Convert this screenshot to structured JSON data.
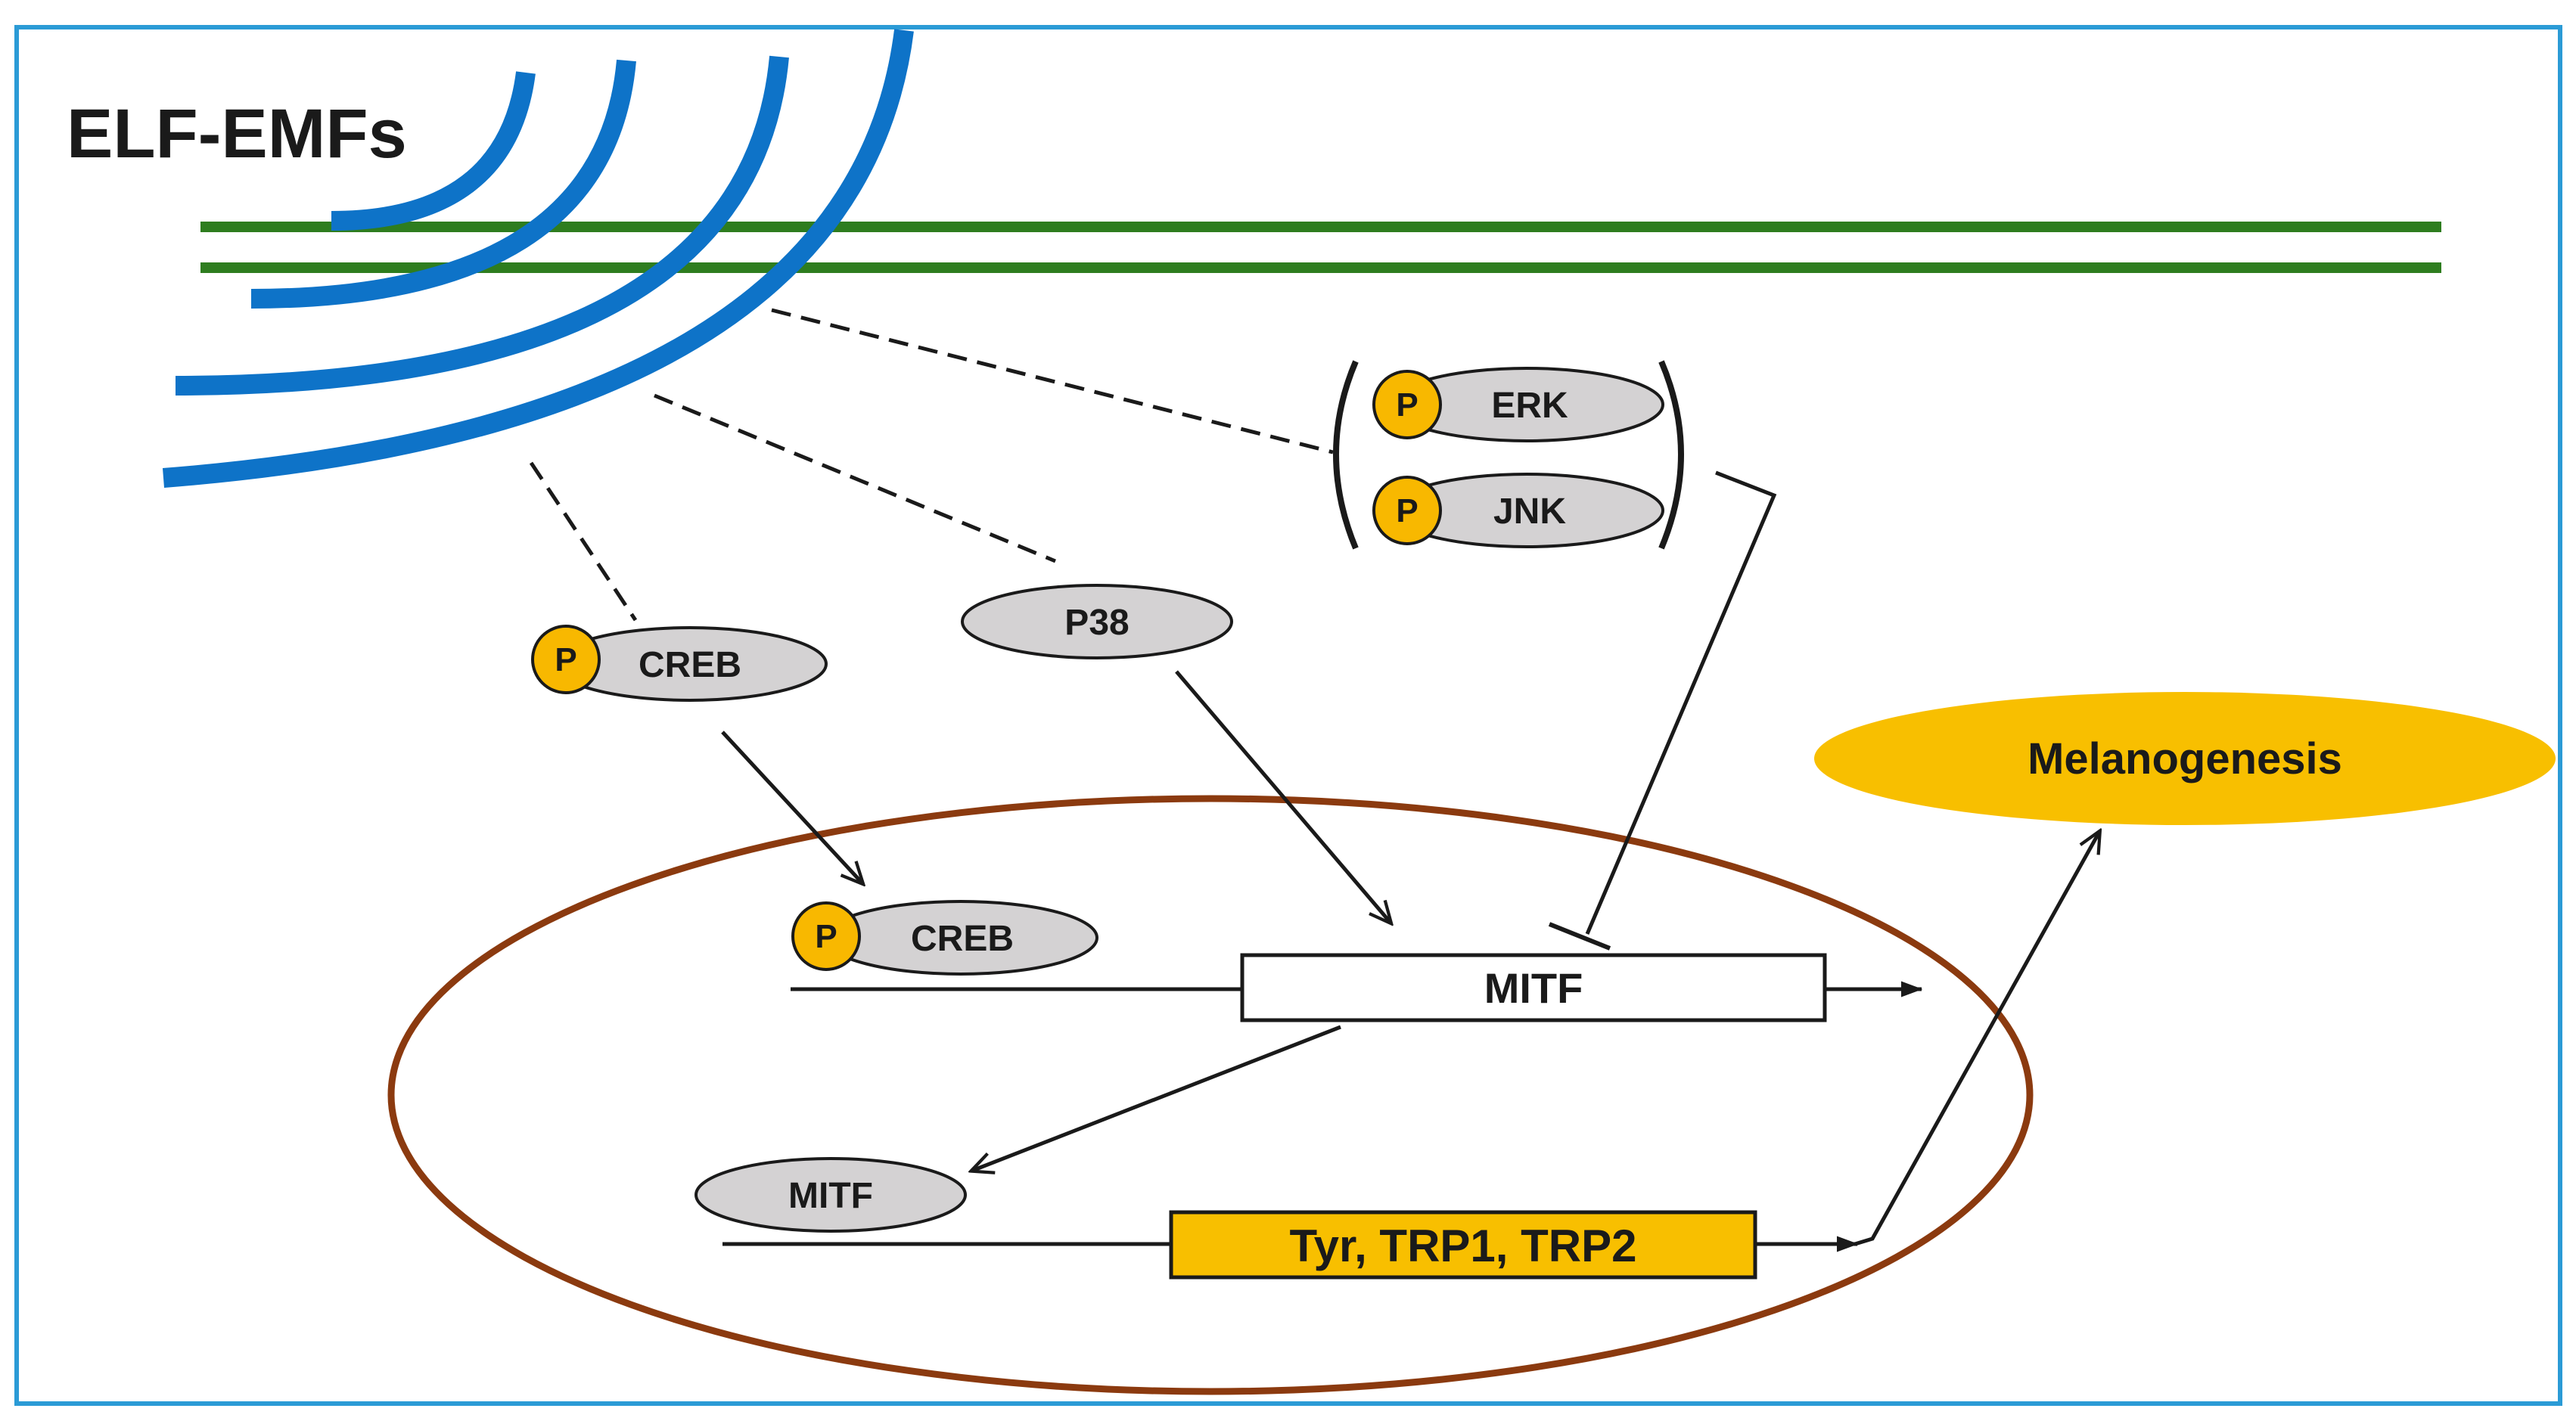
{
  "title": "ELF-EMFs",
  "colors": {
    "frame": "#2b9bd6",
    "waves": "#0e73c8",
    "membrane": "#2e7d1f",
    "nucleus": "#8b3a0f",
    "phospho": "#f8b800",
    "protein": "#d4d2d3",
    "outline": "#1a1a1a",
    "melanogenesis": "#f8bf00",
    "target_genes_box": "#f8bf00"
  },
  "nodes": {
    "phospho_label": "P",
    "erk": "ERK",
    "jnk": "JNK",
    "p38": "P38",
    "creb_cytoplasm": "CREB",
    "creb_nucleus": "CREB",
    "mitf_gene": "MITF",
    "mitf_protein": "MITF",
    "target_genes": "Tyr, TRP1, TRP2",
    "melanogenesis": "Melanogenesis"
  }
}
